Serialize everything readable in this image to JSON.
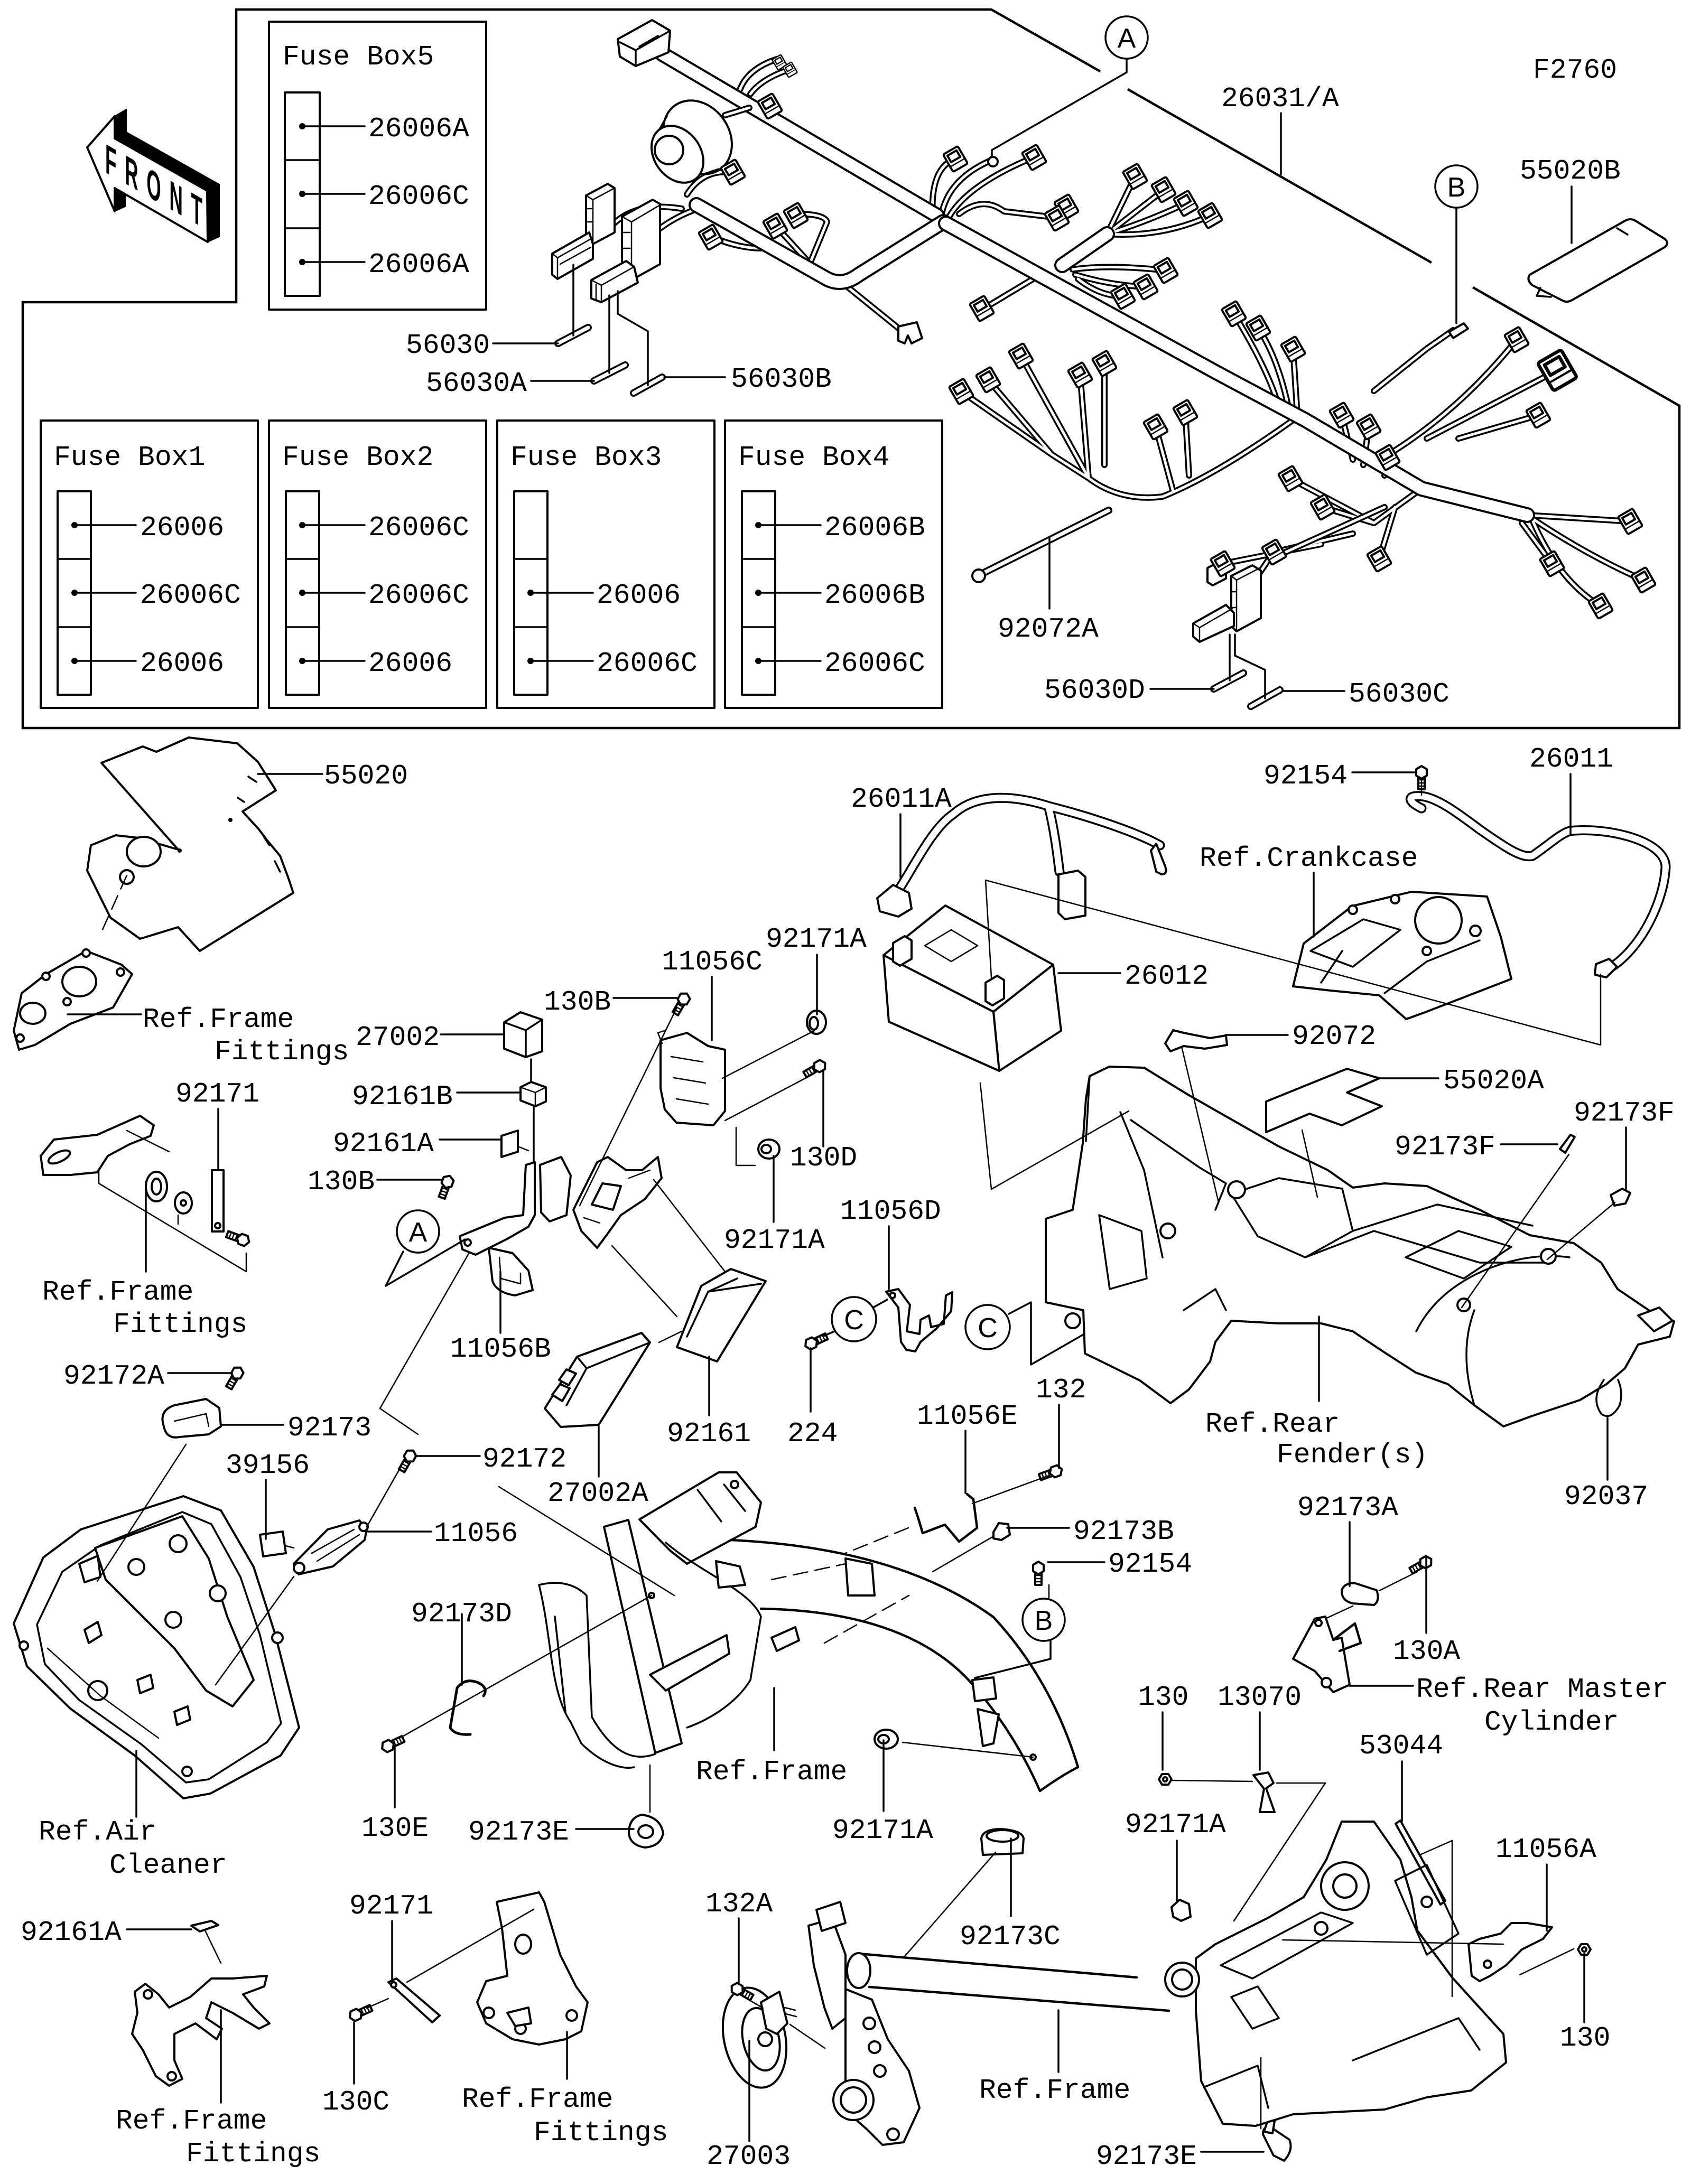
{
  "figure_code": "F2760",
  "front_arrow_label": "FRONT",
  "fuse_boxes": [
    {
      "title": "Fuse Box5",
      "slots": [
        "26006A",
        "26006C",
        "26006A"
      ]
    },
    {
      "title": "Fuse Box1",
      "slots": [
        "26006",
        "26006C",
        "26006"
      ]
    },
    {
      "title": "Fuse Box2",
      "slots": [
        "26006C",
        "26006C",
        "26006"
      ]
    },
    {
      "title": "Fuse Box3",
      "slots": [
        null,
        "26006",
        "26006C"
      ]
    },
    {
      "title": "Fuse Box4",
      "slots": [
        "26006B",
        "26006B",
        "26006C"
      ]
    }
  ],
  "markers": [
    "A",
    "A",
    "B",
    "B",
    "C",
    "C"
  ],
  "callouts": [
    "56030",
    "56030A",
    "56030B",
    "26031/A",
    "55020B",
    "92072A",
    "56030D",
    "56030C",
    "55020",
    "27002",
    "92161B",
    "92161A",
    "130B",
    "130B",
    "11056C",
    "92171A",
    "130D",
    "92171A",
    "11056B",
    "92161",
    "224",
    "92172A",
    "92173",
    "92171",
    "26011A",
    "26011",
    "92154",
    "26012",
    "92072",
    "55020A",
    "92173F",
    "92173F",
    "11056D",
    "132",
    "11056E",
    "92037",
    "39156",
    "92172",
    "27002A",
    "11056",
    "92173D",
    "130E",
    "92173E",
    "92171A",
    "92173B",
    "92154",
    "92173A",
    "130A",
    "130",
    "13070",
    "53044",
    "92171A",
    "92173C",
    "11056A",
    "130",
    "92173E",
    "92161A",
    "92171",
    "130C",
    "132A",
    "27003"
  ],
  "references": [
    {
      "lines": [
        "Ref.Frame",
        "Fittings"
      ]
    },
    {
      "lines": [
        "Ref.Frame",
        "Fittings"
      ]
    },
    {
      "lines": [
        "Ref.Crankcase"
      ]
    },
    {
      "lines": [
        "Ref.Rear",
        "Fender(s)"
      ]
    },
    {
      "lines": [
        "Ref.Air",
        "Cleaner"
      ]
    },
    {
      "lines": [
        "Ref.Frame"
      ]
    },
    {
      "lines": [
        "Ref.Rear Master",
        "Cylinder"
      ]
    },
    {
      "lines": [
        "Ref.Frame"
      ]
    },
    {
      "lines": [
        "Ref.Frame",
        "Fittings"
      ]
    },
    {
      "lines": [
        "Ref.Frame",
        "Fittings"
      ]
    }
  ]
}
